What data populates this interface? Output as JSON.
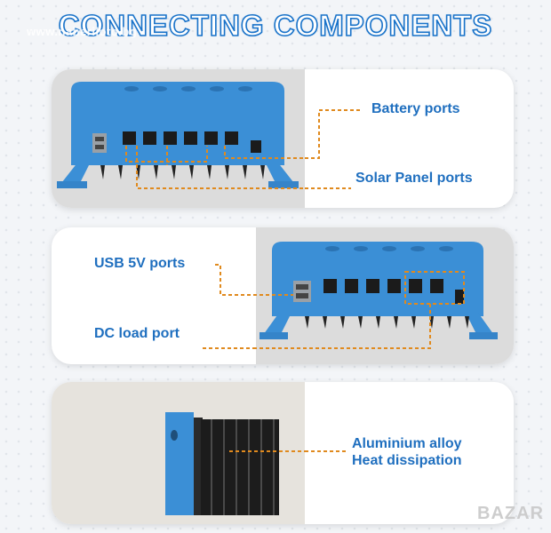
{
  "header": {
    "title": "CONNECTING COMPONENTS",
    "watermark": "www.naberiloto.bg"
  },
  "panels": [
    {
      "labels": [
        "Battery ports",
        "Solar Panel ports"
      ]
    },
    {
      "labels": [
        "USB 5V ports",
        "DC load port"
      ]
    },
    {
      "label_lines": [
        "Aluminium alloy",
        "Heat dissipation"
      ]
    }
  ],
  "footer": {
    "watermark": "BAZAR"
  },
  "colors": {
    "title_blue": "#1a73c9",
    "label_blue": "#1f6fbf",
    "device_blue": "#3b8fd6",
    "dash_orange": "#e08a1e"
  }
}
